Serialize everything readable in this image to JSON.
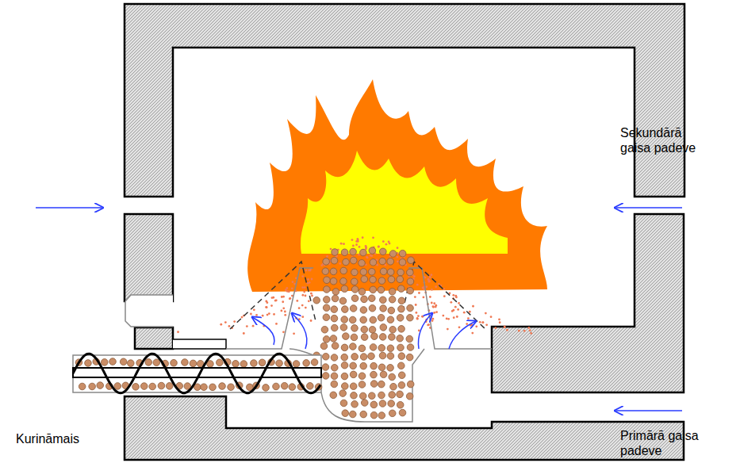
{
  "diagram": {
    "labels": [
      "Sekundārā gaisa padeve",
      "Kurināmais",
      "Primārā gaisa padeve"
    ]
  }
}
